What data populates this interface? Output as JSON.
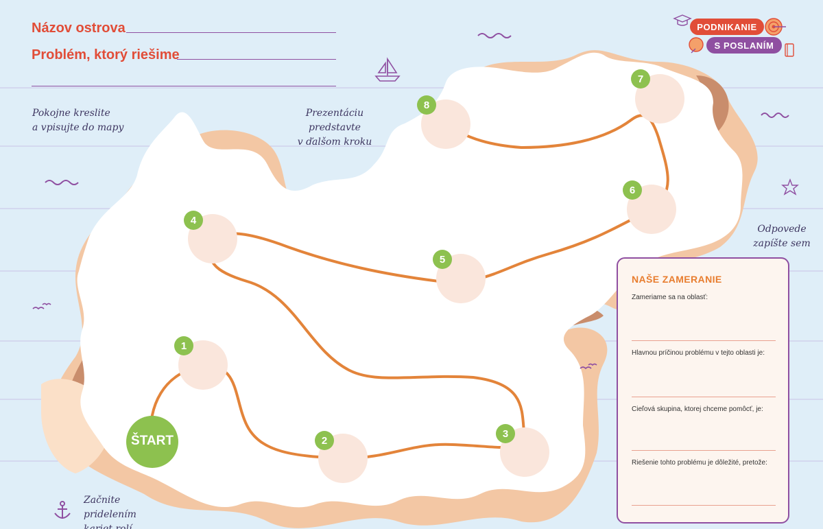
{
  "header": {
    "island_name_label": "Názov ostrova",
    "problem_label": "Problém, ktorý riešime"
  },
  "notes": {
    "draw_note_line1": "Pokojne kreslite",
    "draw_note_line2": "a vpisujte do mapy",
    "presentation_note_line1": "Prezentáciu predstavte",
    "presentation_note_line2": "v ďalšom kroku",
    "answers_note_line1": "Odpovede",
    "answers_note_line2": "zapíšte sem",
    "start_note_line1": "Začnite",
    "start_note_line2": "pridelením",
    "start_note_line3": "kariet rolí"
  },
  "logo": {
    "line1": "PODNIKANIE",
    "line2": "S POSLANÍM"
  },
  "path": {
    "start_label": "ŠTART",
    "steps": [
      "1",
      "2",
      "3",
      "4",
      "5",
      "6",
      "7",
      "8"
    ]
  },
  "panel": {
    "title": "NAŠE ZAMERANIE",
    "questions": [
      "Zameriame sa na oblasť:",
      "Hlavnou príčinou problému v tejto oblasti je:",
      "Cieľová skupina, ktorej chceme pomôcť, je:",
      "Riešenie tohto problému je dôležité, pretože:"
    ]
  },
  "colors": {
    "sea": "#dfeef8",
    "island": "#ffffff",
    "sand": "#f3c7a4",
    "path": "#e3843a",
    "node": "#fae6dc",
    "badge": "#8dc14f",
    "header_red": "#e14d38",
    "purple": "#8f4fa1",
    "orange": "#e87d2f"
  },
  "icons": [
    "sailboat-icon",
    "anchor-icon",
    "starfish-icon",
    "wave-icon",
    "bird-icon",
    "graduation-cap-icon",
    "target-icon",
    "lightbulb-icon",
    "book-icon"
  ]
}
